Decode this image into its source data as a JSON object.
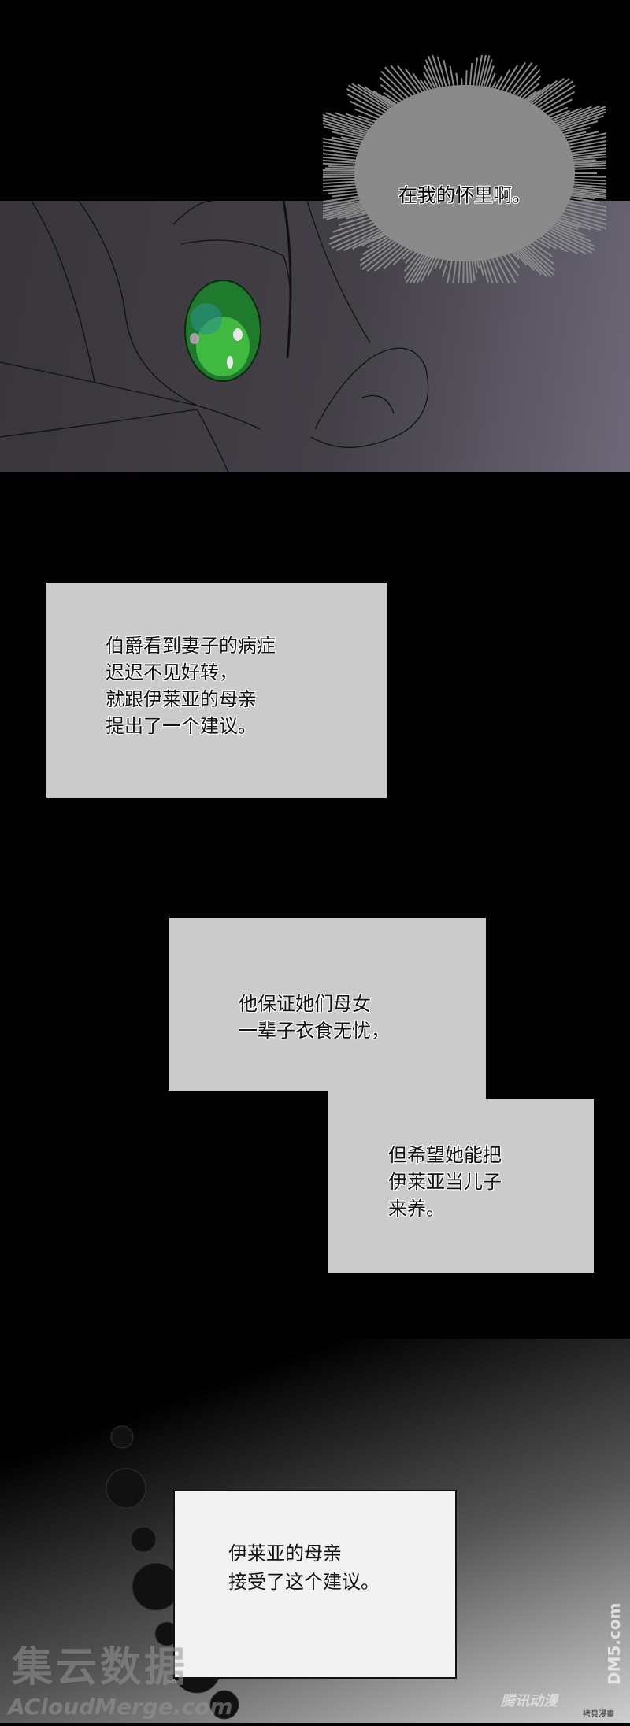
{
  "panel1": {
    "speech": "在我的怀里啊。"
  },
  "caption1": {
    "lines": [
      "伯爵看到妻子的病症",
      "迟迟不见好转，",
      "就跟伊莱亚的母亲",
      "提出了一个建议。"
    ]
  },
  "caption2": {
    "lines": [
      "他保证她们母女",
      "一辈子衣食无忧，"
    ]
  },
  "caption3": {
    "lines": [
      "但希望她能把",
      "伊莱亚当儿子",
      "来养。"
    ]
  },
  "caption4": {
    "lines": [
      "伊莱亚的母亲",
      "接受了这个建议。"
    ]
  },
  "watermarks": {
    "left_cn": "集云数据",
    "left_en": "ACloudMerge.com",
    "right_cn": "腾讯动漫",
    "right_en": "DM5.com",
    "right_small": "拷貝漫畫"
  },
  "colors": {
    "eye": "#3fae3a",
    "caption_bg": "#cbcbcb",
    "panel_bg": "#413e44"
  }
}
